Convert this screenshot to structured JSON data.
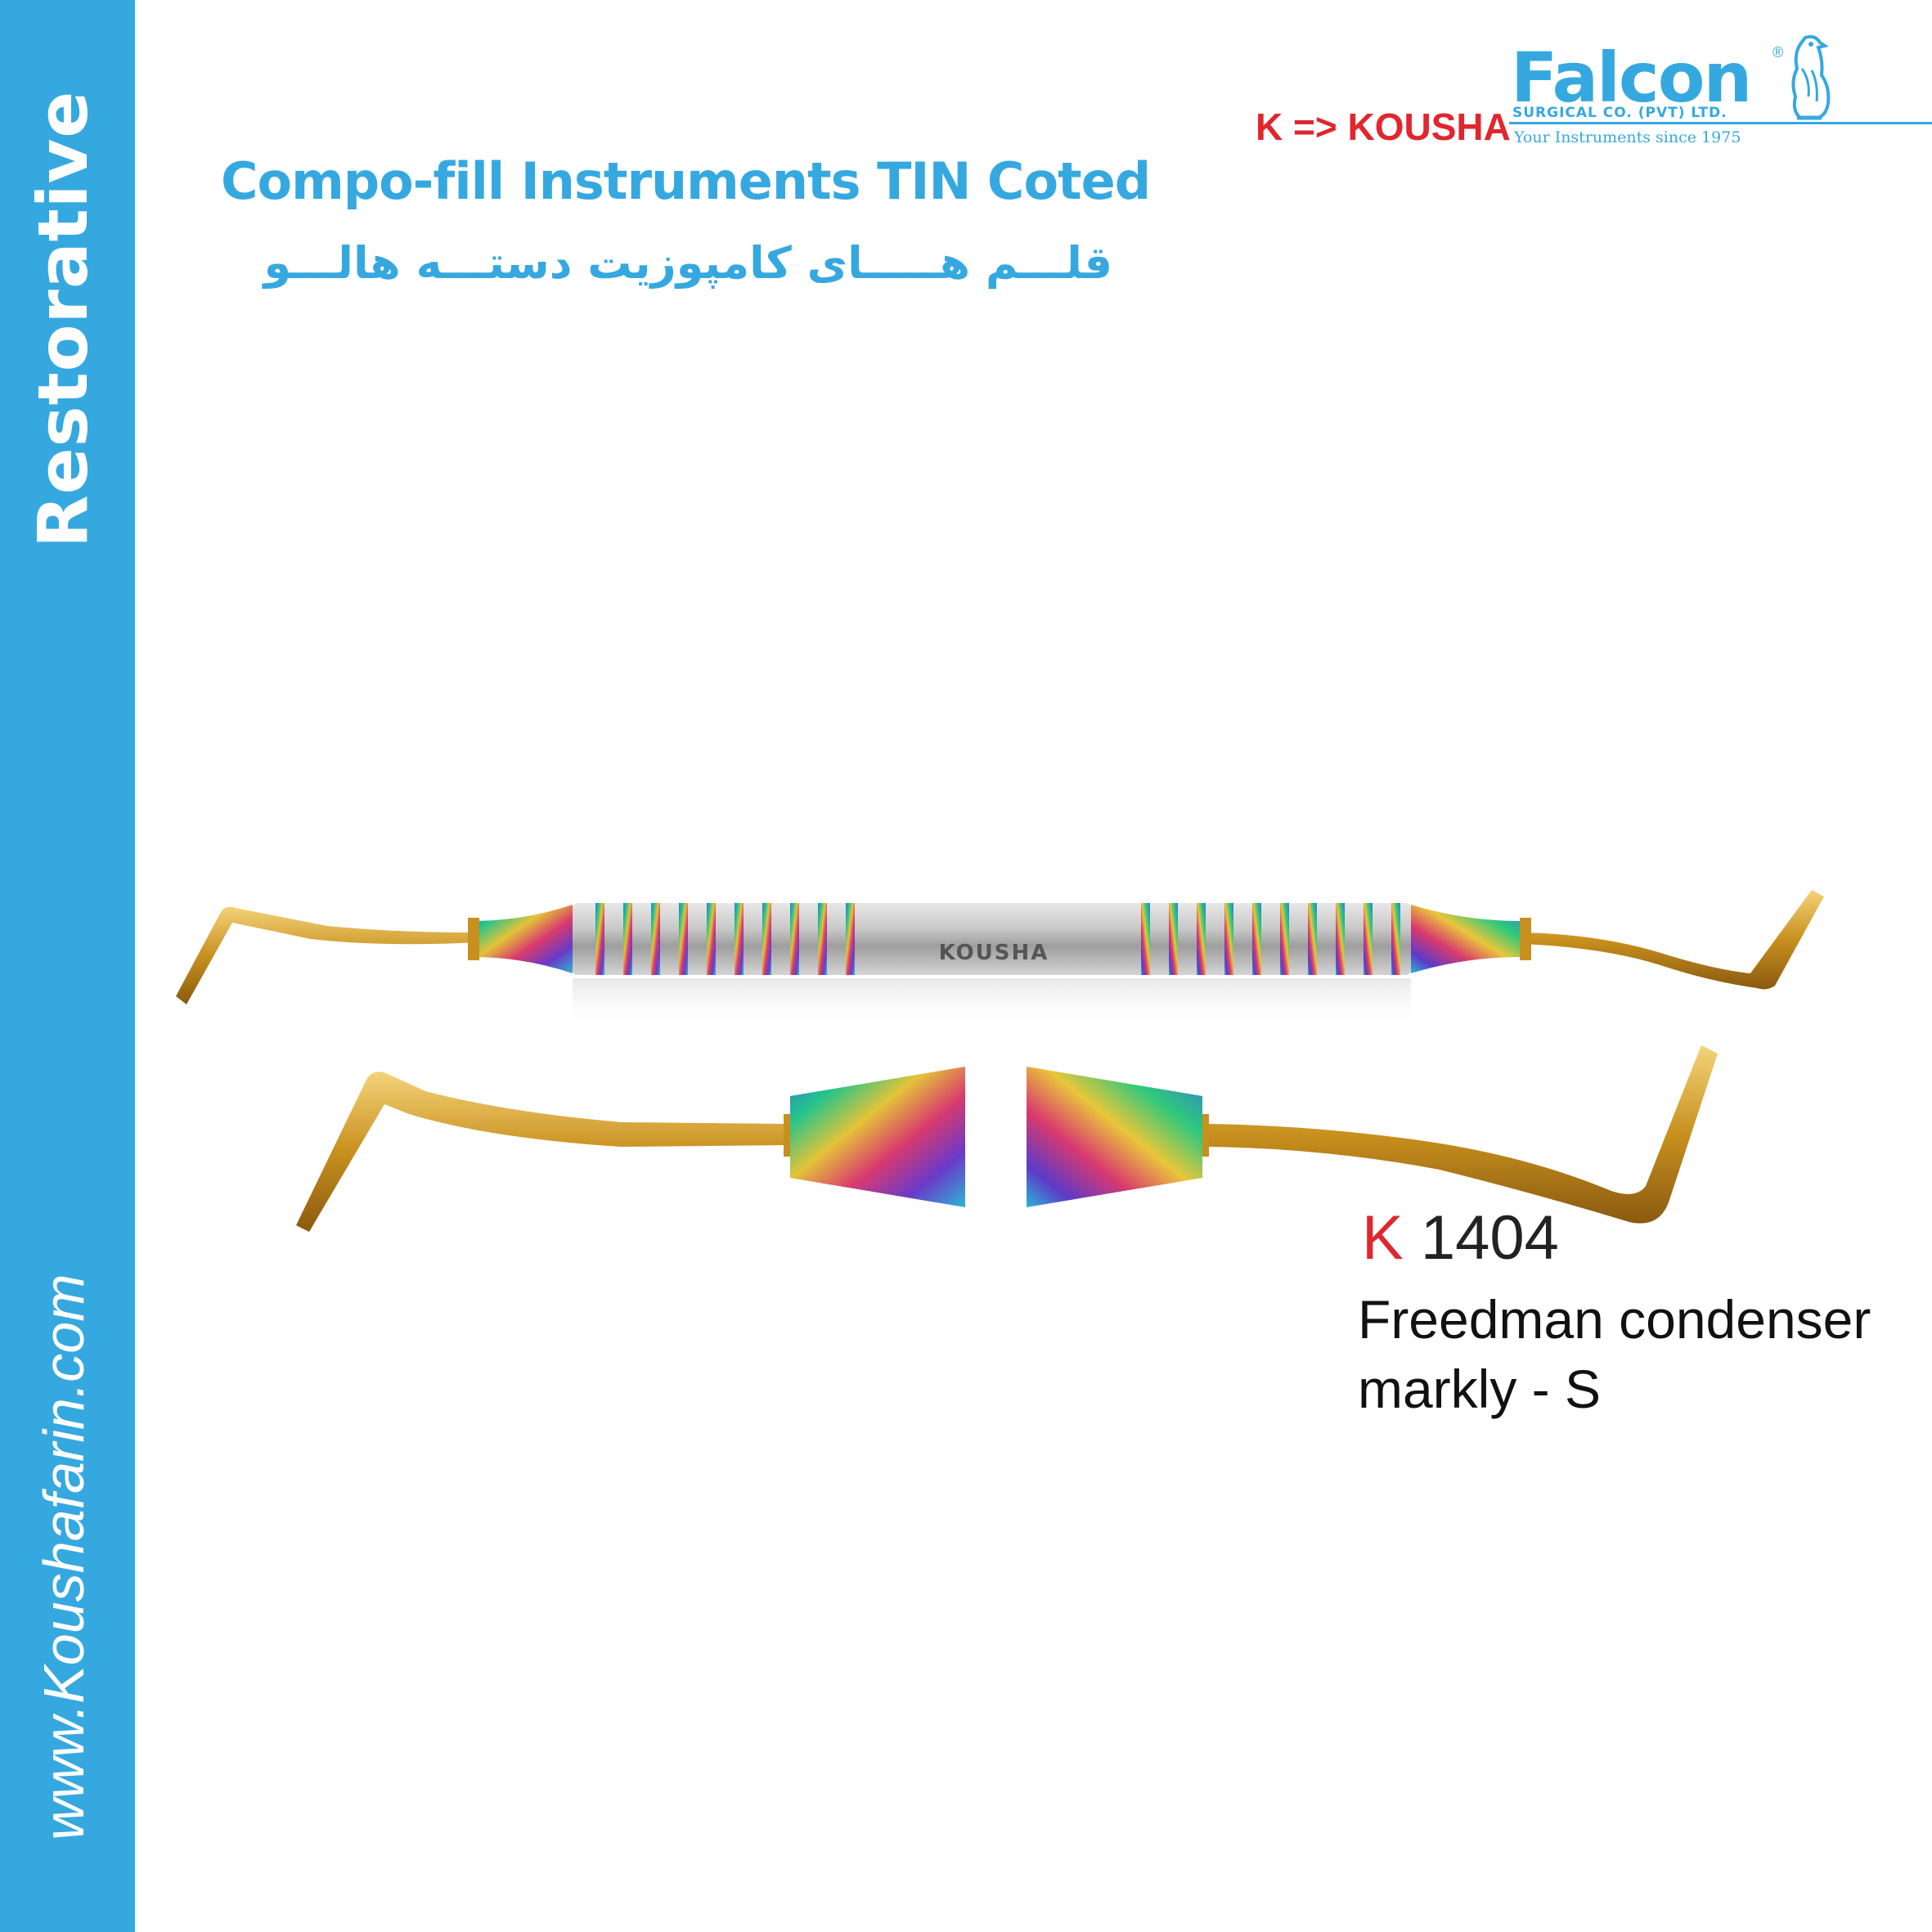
{
  "sidebar": {
    "category": "Restorative",
    "website": "www.Koushafarin.com",
    "color": "#36a8e0"
  },
  "header": {
    "title_en": "Compo-fill Instruments TIN Coted",
    "title_fa": "قلـــم هـــــای کامپوزیت دستـــه هالـــو",
    "brand_mapping": "K => KOUSHA"
  },
  "logo": {
    "name": "Falcon",
    "registered": "®",
    "subtitle": "SURGICAL CO. (PVT) LTD.",
    "tagline": "Your Instruments since 1975",
    "icon": "falcon-bird-icon"
  },
  "product": {
    "handle_text": "KOUSHA",
    "code_prefix": "K",
    "code_number": "1404",
    "description_line1": "Freedman condenser",
    "description_line2": "markly - S"
  },
  "colors": {
    "accent": "#36a8e0",
    "red": "#e0262e",
    "gold": "#c8901e"
  }
}
